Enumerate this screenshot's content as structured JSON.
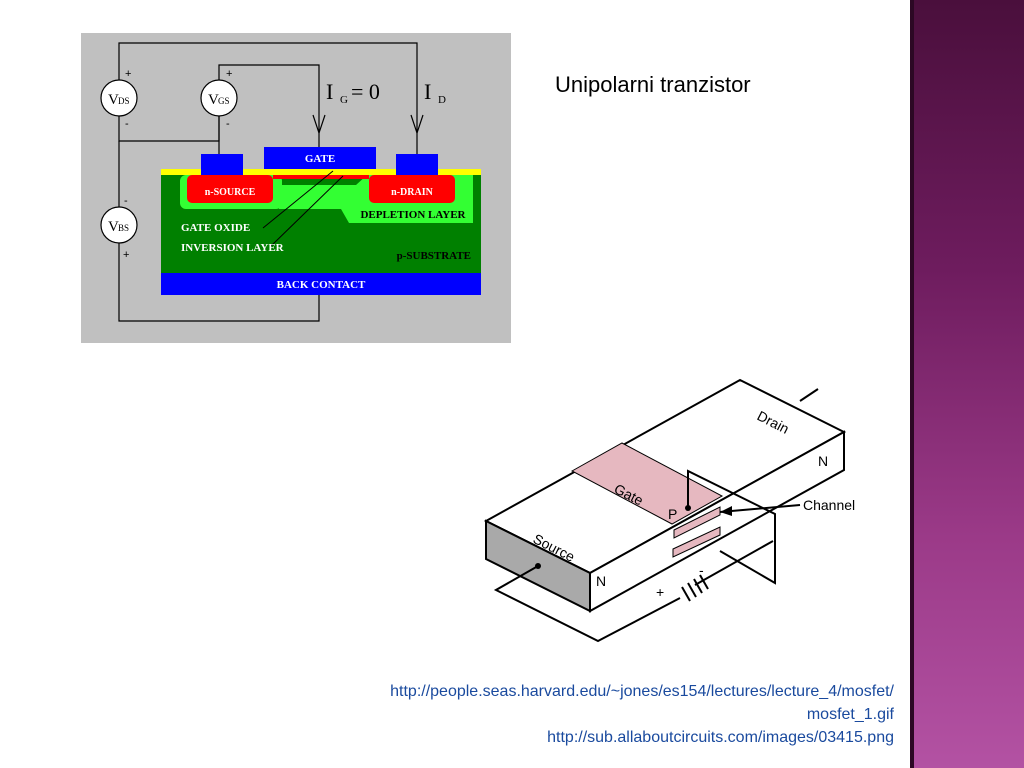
{
  "slide": {
    "title": "Unipolarni tranzistor",
    "accent_color": "#6e1c5e",
    "links": [
      "http://people.seas.harvard.edu/~jones/es154/lectures/lecture_4/mosfet/",
      "mosfet_1.gif",
      "http://sub.allaboutcircuits.com/images/03415.png"
    ]
  },
  "mosfet_cross_section": {
    "vds": {
      "v": "V",
      "sub": "DS",
      "plus": "+",
      "minus": "-"
    },
    "vgs": {
      "v": "V",
      "sub": "GS",
      "plus": "+",
      "minus": "-"
    },
    "vbs": {
      "v": "V",
      "sub": "BS",
      "plus": "+",
      "minus": "-"
    },
    "ig": {
      "i": "I",
      "sub": "G",
      "eq": "= 0"
    },
    "id": {
      "i": "I",
      "sub": "D"
    },
    "gate": "GATE",
    "n_source": "n-SOURCE",
    "n_drain": "n-DRAIN",
    "gate_oxide": "GATE OXIDE",
    "depletion_layer": "DEPLETION LAYER",
    "inversion_layer": "INVERSION LAYER",
    "p_substrate": "p-SUBSTRATE",
    "back_contact": "BACK CONTACT",
    "colors": {
      "background": "#c0c0c0",
      "substrate": "#008000",
      "depletion": "#33ff33",
      "n_region": "#ff0000",
      "metal": "#0000ff",
      "oxide": "#ffff00"
    }
  },
  "mosfet_3d": {
    "drain": "Drain",
    "source": "Source",
    "gate": "Gate",
    "p": "P",
    "n_top": "N",
    "n_bottom": "N",
    "channel": "Channel",
    "plus": "+",
    "minus": "-",
    "colors": {
      "gate": "#e6b8c0",
      "side": "#a9a9a9"
    }
  }
}
